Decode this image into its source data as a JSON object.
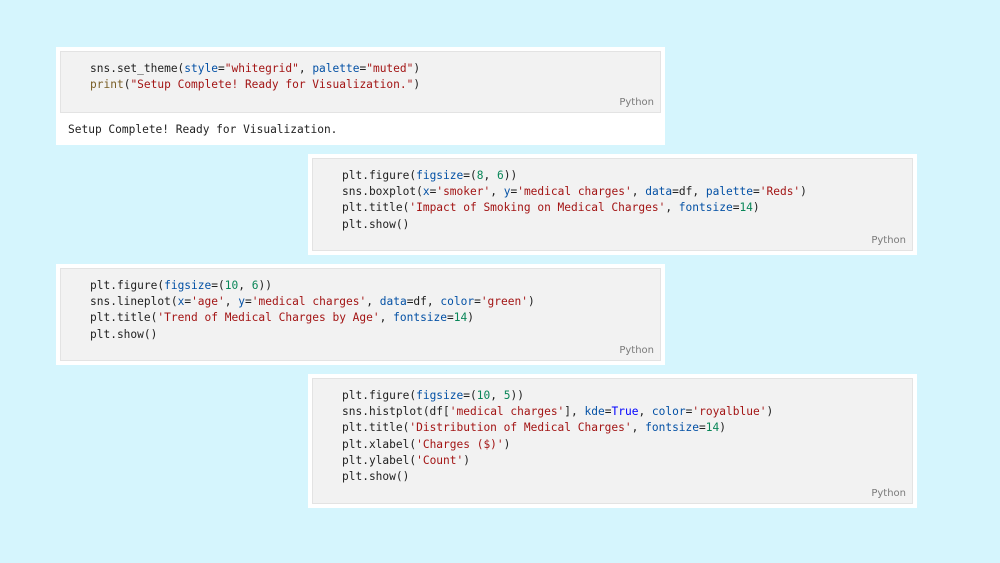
{
  "language_label": "Python",
  "cells": [
    {
      "id": "cell-1",
      "lines": [
        [
          [
            "pl",
            "sns.set_theme("
          ],
          [
            "kw",
            "style"
          ],
          [
            "pl",
            "="
          ],
          [
            "str",
            "\"whitegrid\""
          ],
          [
            "pl",
            ", "
          ],
          [
            "kw",
            "palette"
          ],
          [
            "pl",
            "="
          ],
          [
            "str",
            "\"muted\""
          ],
          [
            "pl",
            ")"
          ]
        ],
        [
          [
            "fn",
            "print"
          ],
          [
            "pl",
            "("
          ],
          [
            "str",
            "\"Setup Complete! Ready for Visualization.\""
          ],
          [
            "pl",
            ")"
          ]
        ]
      ],
      "output": "Setup Complete! Ready for Visualization."
    },
    {
      "id": "cell-2",
      "lines": [
        [
          [
            "pl",
            "plt.figure("
          ],
          [
            "kw",
            "figsize"
          ],
          [
            "pl",
            "=("
          ],
          [
            "num",
            "8"
          ],
          [
            "pl",
            ", "
          ],
          [
            "num",
            "6"
          ],
          [
            "pl",
            "))"
          ]
        ],
        [
          [
            "pl",
            "sns.boxplot("
          ],
          [
            "kw",
            "x"
          ],
          [
            "pl",
            "="
          ],
          [
            "str",
            "'smoker'"
          ],
          [
            "pl",
            ", "
          ],
          [
            "kw",
            "y"
          ],
          [
            "pl",
            "="
          ],
          [
            "str",
            "'medical charges'"
          ],
          [
            "pl",
            ", "
          ],
          [
            "kw",
            "data"
          ],
          [
            "pl",
            "=df, "
          ],
          [
            "kw",
            "palette"
          ],
          [
            "pl",
            "="
          ],
          [
            "str",
            "'Reds'"
          ],
          [
            "pl",
            ")"
          ]
        ],
        [
          [
            "pl",
            "plt.title("
          ],
          [
            "str",
            "'Impact of Smoking on Medical Charges'"
          ],
          [
            "pl",
            ", "
          ],
          [
            "kw",
            "fontsize"
          ],
          [
            "pl",
            "="
          ],
          [
            "num",
            "14"
          ],
          [
            "pl",
            ")"
          ]
        ],
        [
          [
            "pl",
            "plt.show()"
          ]
        ]
      ]
    },
    {
      "id": "cell-3",
      "lines": [
        [
          [
            "pl",
            "plt.figure("
          ],
          [
            "kw",
            "figsize"
          ],
          [
            "pl",
            "=("
          ],
          [
            "num",
            "10"
          ],
          [
            "pl",
            ", "
          ],
          [
            "num",
            "6"
          ],
          [
            "pl",
            "))"
          ]
        ],
        [
          [
            "pl",
            "sns.lineplot("
          ],
          [
            "kw",
            "x"
          ],
          [
            "pl",
            "="
          ],
          [
            "str",
            "'age'"
          ],
          [
            "pl",
            ", "
          ],
          [
            "kw",
            "y"
          ],
          [
            "pl",
            "="
          ],
          [
            "str",
            "'medical charges'"
          ],
          [
            "pl",
            ", "
          ],
          [
            "kw",
            "data"
          ],
          [
            "pl",
            "=df, "
          ],
          [
            "kw",
            "color"
          ],
          [
            "pl",
            "="
          ],
          [
            "str",
            "'green'"
          ],
          [
            "pl",
            ")"
          ]
        ],
        [
          [
            "pl",
            "plt.title("
          ],
          [
            "str",
            "'Trend of Medical Charges by Age'"
          ],
          [
            "pl",
            ", "
          ],
          [
            "kw",
            "fontsize"
          ],
          [
            "pl",
            "="
          ],
          [
            "num",
            "14"
          ],
          [
            "pl",
            ")"
          ]
        ],
        [
          [
            "pl",
            "plt.show()"
          ]
        ]
      ]
    },
    {
      "id": "cell-4",
      "lines": [
        [
          [
            "pl",
            "plt.figure("
          ],
          [
            "kw",
            "figsize"
          ],
          [
            "pl",
            "=("
          ],
          [
            "num",
            "10"
          ],
          [
            "pl",
            ", "
          ],
          [
            "num",
            "5"
          ],
          [
            "pl",
            "))"
          ]
        ],
        [
          [
            "pl",
            "sns.histplot(df["
          ],
          [
            "str",
            "'medical charges'"
          ],
          [
            "pl",
            "], "
          ],
          [
            "kw",
            "kde"
          ],
          [
            "pl",
            "="
          ],
          [
            "bool",
            "True"
          ],
          [
            "pl",
            ", "
          ],
          [
            "kw",
            "color"
          ],
          [
            "pl",
            "="
          ],
          [
            "str",
            "'royalblue'"
          ],
          [
            "pl",
            ")"
          ]
        ],
        [
          [
            "pl",
            "plt.title("
          ],
          [
            "str",
            "'Distribution of Medical Charges'"
          ],
          [
            "pl",
            ", "
          ],
          [
            "kw",
            "fontsize"
          ],
          [
            "pl",
            "="
          ],
          [
            "num",
            "14"
          ],
          [
            "pl",
            ")"
          ]
        ],
        [
          [
            "pl",
            "plt.xlabel("
          ],
          [
            "str",
            "'Charges ($)'"
          ],
          [
            "pl",
            ")"
          ]
        ],
        [
          [
            "pl",
            "plt.ylabel("
          ],
          [
            "str",
            "'Count'"
          ],
          [
            "pl",
            ")"
          ]
        ],
        [
          [
            "pl",
            "plt.show()"
          ]
        ]
      ]
    }
  ]
}
